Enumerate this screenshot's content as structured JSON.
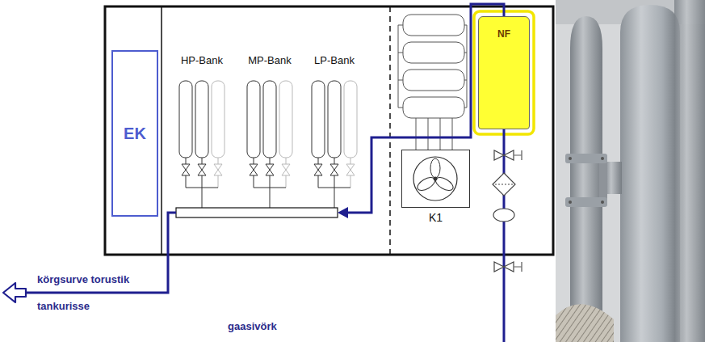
{
  "diagram": {
    "nodes": [
      {
        "text": [
          "EK"
        ]
      },
      {
        "text": [
          "NF"
        ]
      },
      {
        "text": [
          "K1"
        ]
      }
    ],
    "labels": [
      "HP-Bank",
      "MP-Bank",
      "LP-Bank",
      "körgsurve torustik",
      "tankurisse",
      "gaasivörk"
    ]
  }
}
